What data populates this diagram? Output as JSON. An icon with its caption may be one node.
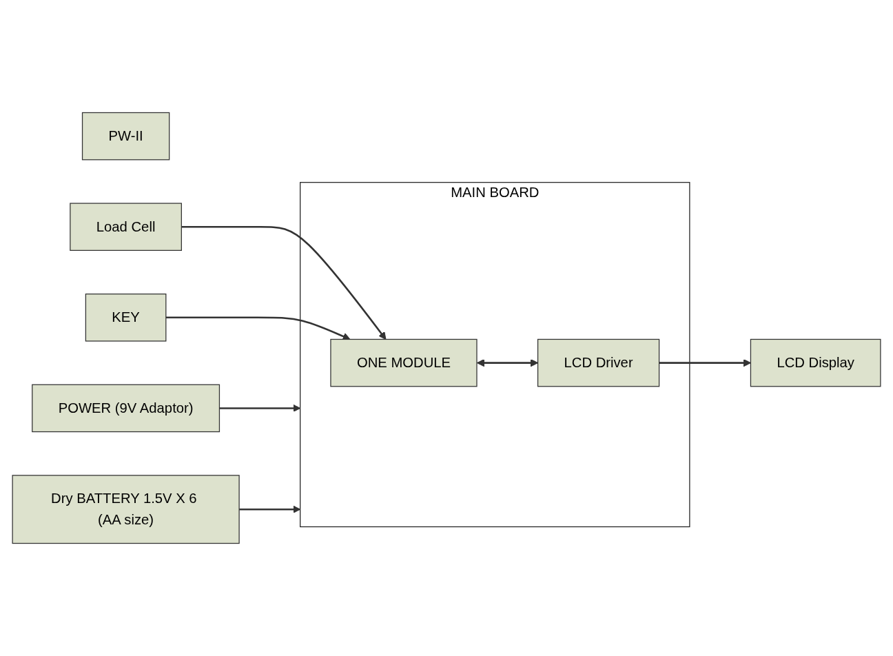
{
  "diagram": {
    "nodes": [
      {
        "text": [
          "PW-II"
        ]
      },
      {
        "text": [
          "MAIN BOARD"
        ]
      },
      {
        "text": [
          "Load Cell"
        ]
      },
      {
        "text": [
          "KEY"
        ]
      },
      {
        "text": [
          "ONE MODULE"
        ],
        "in": 1
      },
      {
        "text": [
          "LCD Driver"
        ],
        "in": 1
      },
      {
        "text": [
          "LCD Display"
        ]
      },
      {
        "text": [
          "POWER (9V Adaptor)"
        ]
      },
      {
        "text": [
          "Dry BATTERY 1.5V X 6 (AA size)"
        ]
      }
    ],
    "edges": [
      {
        "from": 2,
        "to": 4,
        "arrow": "to"
      },
      {
        "from": 3,
        "to": 4,
        "arrow": "to"
      },
      {
        "from": 4,
        "to": 5,
        "arrow": "both"
      },
      {
        "from": 5,
        "to": 6,
        "arrow": "to"
      },
      {
        "from": 7,
        "to": 1,
        "arrow": "to"
      },
      {
        "from": 8,
        "to": 1,
        "arrow": "to"
      }
    ]
  }
}
